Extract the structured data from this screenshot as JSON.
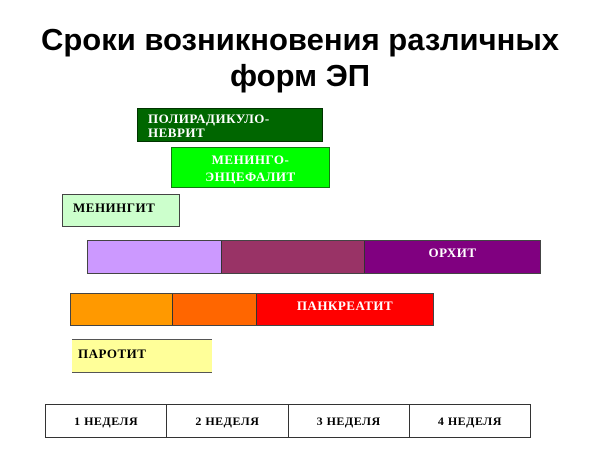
{
  "title": {
    "line1": "Сроки возникновения различных",
    "line2": "форм ЭП"
  },
  "bars": {
    "poliradikulonevrit": {
      "label_line1": "ПОЛИРАДИКУЛО-",
      "label_line2": "НЕВРИТ",
      "color": "#006600"
    },
    "meningoencefalit": {
      "label_line1": "МЕНИНГО-",
      "label_line2": "ЭНЦЕФАЛИТ",
      "color": "#00FF00"
    },
    "meningit": {
      "label": "МЕНИНГИТ",
      "color": "#CCFFCC"
    },
    "orhit": {
      "label": "ОРХИТ",
      "colors": [
        "#CC99FF",
        "#993366",
        "#800080"
      ]
    },
    "pankreatit": {
      "label": "ПАНКРЕАТИТ",
      "colors": [
        "#FF9900",
        "#FF6600",
        "#FF0000"
      ]
    },
    "parotit": {
      "label": "ПАРОТИТ",
      "color": "#FFFF99"
    }
  },
  "weeks": [
    "1 НЕДЕЛЯ",
    "2 НЕДЕЛЯ",
    "3 НЕДЕЛЯ",
    "4 НЕДЕЛЯ"
  ]
}
